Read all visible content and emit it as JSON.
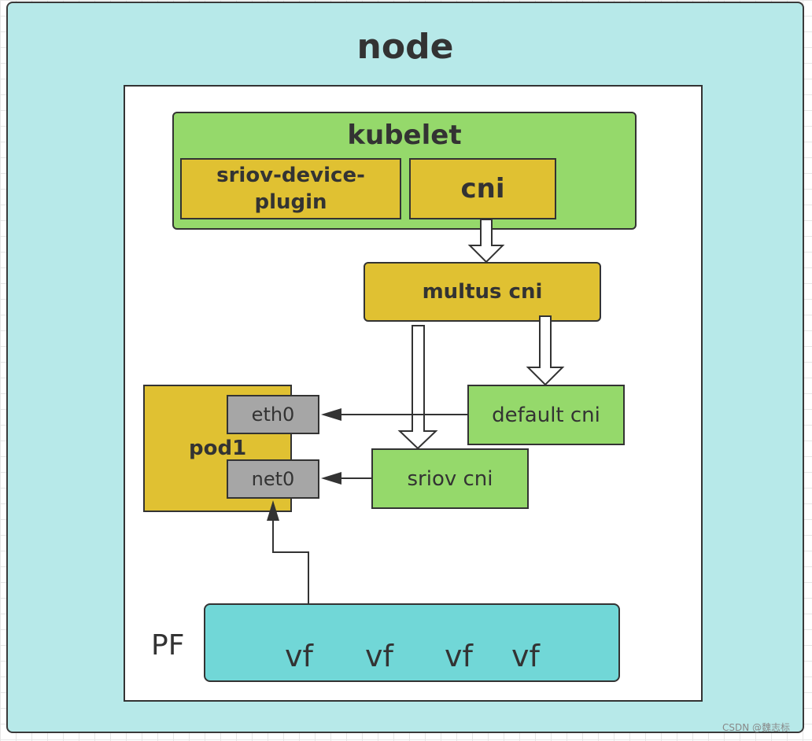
{
  "node": {
    "title": "node"
  },
  "kubelet": {
    "title": "kubelet"
  },
  "plugins": {
    "sriov_device_plugin_line1": "sriov-device-",
    "sriov_device_plugin_line2": "plugin",
    "cni": "cni"
  },
  "multus": {
    "label": "multus cni"
  },
  "pod": {
    "label": "pod1",
    "eth0": "eth0",
    "net0": "net0"
  },
  "cnis": {
    "default": "default cni",
    "sriov": "sriov cni"
  },
  "pf": {
    "label": "PF",
    "vfs": [
      "vf",
      "vf",
      "vf",
      "vf"
    ]
  },
  "watermark": "CSDN @魏志标",
  "colors": {
    "node_bg": "#b7e9e9",
    "kubelet_bg": "#95d96b",
    "gold": "#e0c132",
    "iface_gray": "#a6a6a6",
    "pf_bg": "#71d7d7"
  }
}
